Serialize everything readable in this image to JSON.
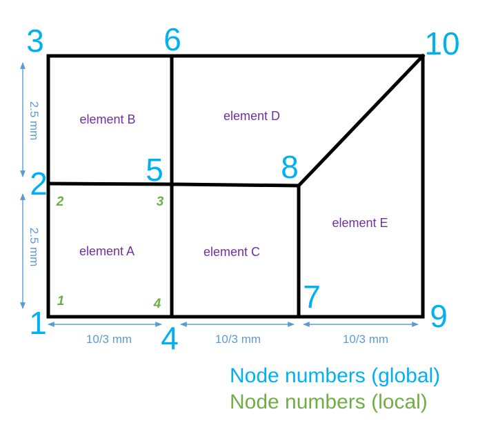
{
  "colors": {
    "global": "#00b0f0",
    "local": "#70ad47",
    "element": "#7030a0",
    "dimension": "#5b9bd5",
    "edge": "#000000"
  },
  "global_nodes": [
    {
      "id": "1",
      "label": "1"
    },
    {
      "id": "2",
      "label": "2"
    },
    {
      "id": "3",
      "label": "3"
    },
    {
      "id": "4",
      "label": "4"
    },
    {
      "id": "5",
      "label": "5"
    },
    {
      "id": "6",
      "label": "6"
    },
    {
      "id": "7",
      "label": "7"
    },
    {
      "id": "8",
      "label": "8"
    },
    {
      "id": "9",
      "label": "9"
    },
    {
      "id": "10",
      "label": "10"
    }
  ],
  "local_nodes": [
    {
      "label": "1",
      "corner": "bottom-left"
    },
    {
      "label": "2",
      "corner": "top-left"
    },
    {
      "label": "3",
      "corner": "top-right"
    },
    {
      "label": "4",
      "corner": "bottom-right"
    }
  ],
  "elements": [
    {
      "id": "A",
      "label": "element A",
      "nodes": [
        "1",
        "2",
        "5",
        "4"
      ]
    },
    {
      "id": "B",
      "label": "element B",
      "nodes": [
        "2",
        "3",
        "6",
        "5"
      ]
    },
    {
      "id": "C",
      "label": "element C",
      "nodes": [
        "4",
        "5",
        "8",
        "7"
      ]
    },
    {
      "id": "D",
      "label": "element D",
      "nodes": [
        "5",
        "6",
        "10",
        "8"
      ]
    },
    {
      "id": "E",
      "label": "element E",
      "nodes": [
        "7",
        "8",
        "10",
        "9"
      ]
    }
  ],
  "dimensions": {
    "vertical": [
      "2.5 mm",
      "2.5 mm"
    ],
    "horizontal": [
      "10/3 mm",
      "10/3 mm",
      "10/3 mm"
    ]
  },
  "legend": {
    "global": "Node numbers (global)",
    "local": "Node numbers (local)"
  }
}
